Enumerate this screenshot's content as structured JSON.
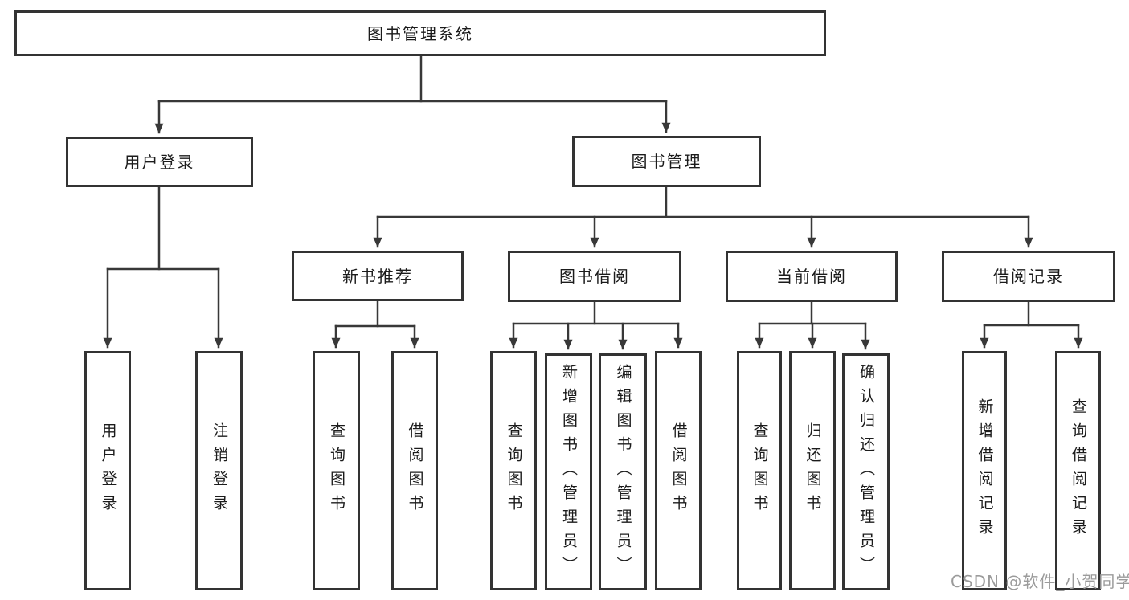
{
  "diagram": {
    "root": {
      "label": "图书管理系统"
    },
    "branches": [
      {
        "label": "用户登录",
        "children": [
          {
            "label": "用户登录"
          },
          {
            "label": "注销登录"
          }
        ]
      },
      {
        "label": "图书管理",
        "children": [
          {
            "label": "新书推荐",
            "children": [
              {
                "label": "查询图书"
              },
              {
                "label": "借阅图书"
              }
            ]
          },
          {
            "label": "图书借阅",
            "children": [
              {
                "label": "查询图书"
              },
              {
                "label": "新增图书（管理员）"
              },
              {
                "label": "编辑图书（管理员）"
              },
              {
                "label": "借阅图书"
              }
            ]
          },
          {
            "label": "当前借阅",
            "children": [
              {
                "label": "查询图书"
              },
              {
                "label": "归还图书"
              },
              {
                "label": "确认归还（管理员）"
              }
            ]
          },
          {
            "label": "借阅记录",
            "children": [
              {
                "label": "新增借阅记录"
              },
              {
                "label": "查询借阅记录"
              }
            ]
          }
        ]
      }
    ]
  },
  "watermark": {
    "text": "CSDN @软件_小贺同学"
  },
  "colors": {
    "line": "#383838",
    "border": "#333333",
    "text": "#1b1b1b",
    "watermark": "#9b9b9b",
    "background": "#ffffff"
  }
}
